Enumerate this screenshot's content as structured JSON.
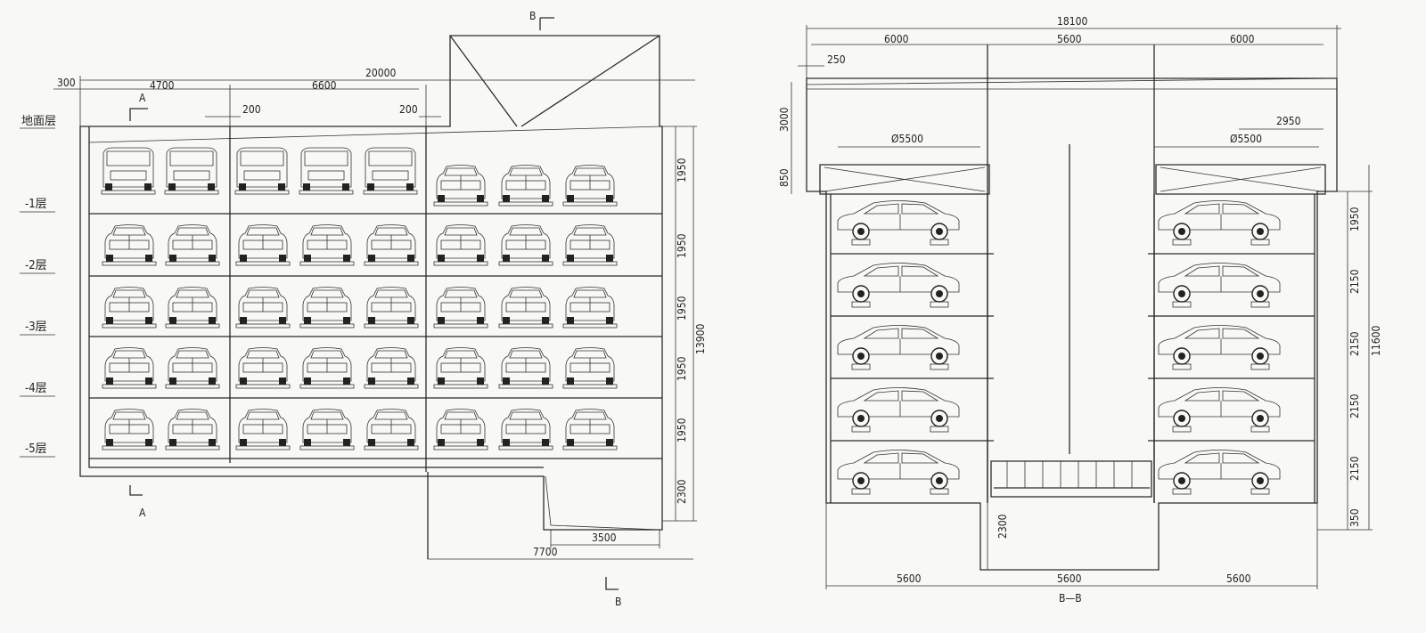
{
  "floor_labels": [
    "地面层",
    "-1层",
    "-2层",
    "-3层",
    "-4层",
    "-5层"
  ],
  "left_view": {
    "section_marks": [
      "A",
      "A",
      "B",
      "B"
    ],
    "dims_top": {
      "total": "20000",
      "offset": "300",
      "bay1": "4700",
      "bay2": "6600",
      "gap1": "200",
      "gap2": "200"
    },
    "dims_right": {
      "total": "13900",
      "levels": [
        "1950",
        "1950",
        "1950",
        "1950",
        "1950"
      ],
      "pit": "2300"
    },
    "dims_bottom": {
      "pit_width": "3500",
      "right_part": "7700"
    },
    "ground_floor_vans": 5,
    "cars_per_row": 8,
    "rows": 5
  },
  "right_view": {
    "title": "B—B",
    "dims_top": {
      "total": "18100",
      "bay_left": "6000",
      "center": "5600",
      "bay_right": "6000",
      "offset": "250",
      "turntable_left": "Ø5500",
      "turntable_right": "Ø5500",
      "offset_right": "2950"
    },
    "dims_left": {
      "roof": "3000",
      "turntable": "850",
      "pit": "2300"
    },
    "dims_right": {
      "total": "11600",
      "levels": [
        "1950",
        "2150",
        "2150",
        "2150",
        "2150"
      ],
      "bottom": "350"
    },
    "dims_bottom": [
      "5600",
      "5600",
      "5600"
    ],
    "cars_per_side": 5
  }
}
